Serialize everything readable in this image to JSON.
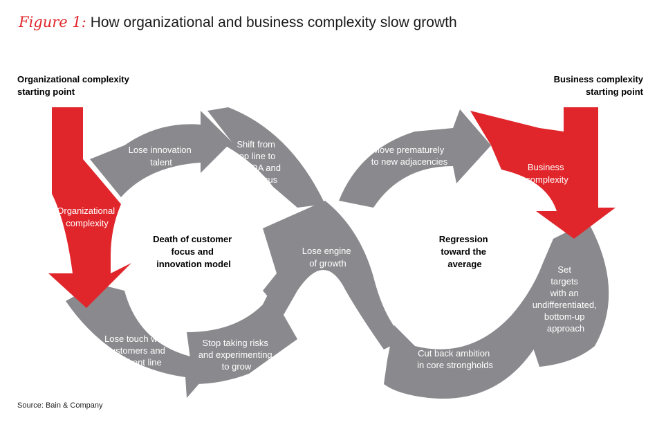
{
  "title": {
    "figure_label": "Figure 1:",
    "text": "How organizational and business complexity slow growth"
  },
  "left_start": {
    "line1": "Organizational complexity",
    "line2": "starting point"
  },
  "right_start": {
    "line1": "Business complexity",
    "line2": "starting point"
  },
  "left_center": {
    "lines": [
      "Death of customer",
      "focus and",
      "innovation model"
    ]
  },
  "right_center": {
    "lines": [
      "Regression",
      "toward the",
      "average"
    ]
  },
  "segments": {
    "lose_innovation_talent": [
      "Lose innovation",
      "talent"
    ],
    "shift_top_line": [
      "Shift from",
      "top line to",
      "EBITDA and",
      "cost focus"
    ],
    "organizational_complexity": [
      "Organizational",
      "complexity"
    ],
    "lose_touch": [
      "Lose touch with",
      "customers and",
      "the front line"
    ],
    "stop_risks": [
      "Stop taking risks",
      "and experimenting",
      "to grow"
    ],
    "lose_engine": [
      "Lose engine",
      "of growth"
    ],
    "move_prematurely": [
      "Move prematurely",
      "to new adjacencies"
    ],
    "business_complexity": [
      "Business",
      "complexity"
    ],
    "set_targets": [
      "Set",
      "targets",
      "with an",
      "undifferentiated,",
      "bottom-up",
      "approach"
    ],
    "cut_back": [
      "Cut back ambition",
      "in core strongholds"
    ]
  },
  "source": "Source: Bain & Company",
  "colors": {
    "accent_red": "#e0262b",
    "segment_gray": "#8a8a8e",
    "text_white": "#ffffff",
    "text_dark": "#000000"
  }
}
